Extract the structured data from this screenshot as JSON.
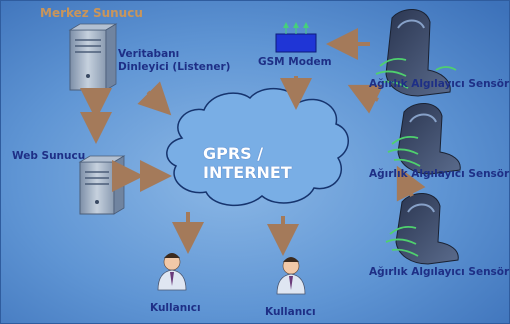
{
  "labels": {
    "server_title": "Merkez Sunucu",
    "db_listener_line1": "Veritabanı",
    "db_listener_line2": "Dinleyici (Listener)",
    "gsm_modem": "GSM Modem",
    "web_server": "Web Sunucu",
    "cloud_line1": "GPRS /",
    "cloud_line2": "INTERNET",
    "sensor_1": "Ağırlık Algılayıcı Sensör",
    "sensor_2": "Ağırlık Algılayıcı Sensör",
    "sensor_3": "Ağırlık Algılayıcı Sensör",
    "user_1": "Kullanıcı",
    "user_2": "Kullanıcı"
  },
  "colors": {
    "background": "#4d86c8",
    "label_text": "#1e2f86",
    "title_text": "#c8955b",
    "arrow": "#a47a5a",
    "modem": "#1f35d6"
  },
  "icons": {
    "db_server": "server-tower-icon",
    "web_server": "server-tower-icon",
    "modem": "gsm-modem-icon",
    "cloud": "cloud-icon",
    "sensor": "car-seat-sensor-icon",
    "user": "user-person-icon"
  }
}
